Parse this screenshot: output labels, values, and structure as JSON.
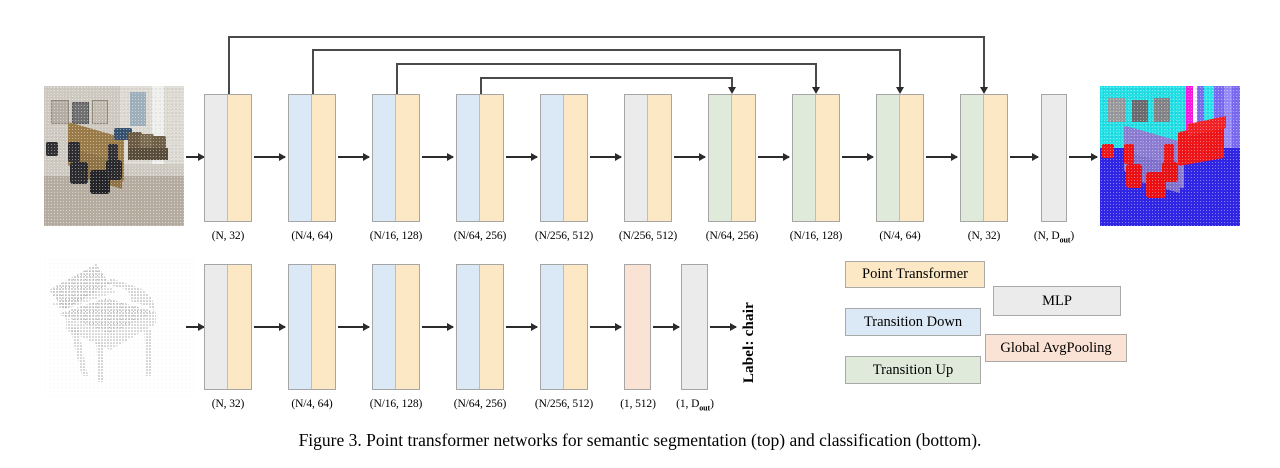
{
  "figure": {
    "caption": "Figure 3. Point transformer networks for semantic segmentation (top) and classification (bottom)."
  },
  "legend": {
    "items": [
      {
        "label": "Point Transformer",
        "color": "#fce8c4"
      },
      {
        "label": "Transition Down",
        "color": "#dbe8f5"
      },
      {
        "label": "Transition Up",
        "color": "#dfeadb"
      },
      {
        "label": "MLP",
        "color": "#ebebeb"
      },
      {
        "label": "Global AvgPooling",
        "color": "#fae3d4"
      }
    ]
  },
  "segmentation_row": {
    "input_image_alt": "conference room point cloud",
    "output_image_alt": "semantically segmented conference room point cloud",
    "blocks": [
      {
        "left": "mlp",
        "right": "point-transformer",
        "dim": "(N, 32)"
      },
      {
        "left": "transition-down",
        "right": "point-transformer",
        "dim": "(N/4, 64)"
      },
      {
        "left": "transition-down",
        "right": "point-transformer",
        "dim": "(N/16, 128)"
      },
      {
        "left": "transition-down",
        "right": "point-transformer",
        "dim": "(N/64, 256)"
      },
      {
        "left": "transition-down",
        "right": "point-transformer",
        "dim": "(N/256, 512)"
      },
      {
        "left": "mlp",
        "right": "point-transformer",
        "dim": "(N/256, 512)"
      },
      {
        "left": "transition-up",
        "right": "point-transformer",
        "dim": "(N/64, 256)"
      },
      {
        "left": "transition-up",
        "right": "point-transformer",
        "dim": "(N/16, 128)"
      },
      {
        "left": "transition-up",
        "right": "point-transformer",
        "dim": "(N/4, 64)"
      },
      {
        "left": "transition-up",
        "right": "point-transformer",
        "dim": "(N, 32)"
      },
      {
        "left": "mlp",
        "right": null,
        "dim": "(N, Dout)"
      }
    ],
    "skip_connections": [
      {
        "from_block": 0,
        "to_block": 9
      },
      {
        "from_block": 1,
        "to_block": 8
      },
      {
        "from_block": 2,
        "to_block": 7
      },
      {
        "from_block": 3,
        "to_block": 6
      }
    ]
  },
  "classification_row": {
    "input_image_alt": "chair point cloud",
    "output_label": "Label: chair",
    "blocks": [
      {
        "left": "mlp",
        "right": "point-transformer",
        "dim": "(N, 32)"
      },
      {
        "left": "transition-down",
        "right": "point-transformer",
        "dim": "(N/4, 64)"
      },
      {
        "left": "transition-down",
        "right": "point-transformer",
        "dim": "(N/16, 128)"
      },
      {
        "left": "transition-down",
        "right": "point-transformer",
        "dim": "(N/64, 256)"
      },
      {
        "left": "transition-down",
        "right": "point-transformer",
        "dim": "(N/256, 512)"
      },
      {
        "left": "global-avgpooling",
        "right": null,
        "dim": "(1, 512)"
      },
      {
        "left": "mlp",
        "right": null,
        "dim": "(1, Dout)"
      }
    ]
  },
  "colors": {
    "point_transformer": "#fce8c4",
    "transition_down": "#dbe8f5",
    "transition_up": "#dfeadb",
    "mlp": "#ebebeb",
    "global_avgpooling": "#fae3d4",
    "arrow": "#2b2b2b",
    "border": "#a6a6a6"
  }
}
